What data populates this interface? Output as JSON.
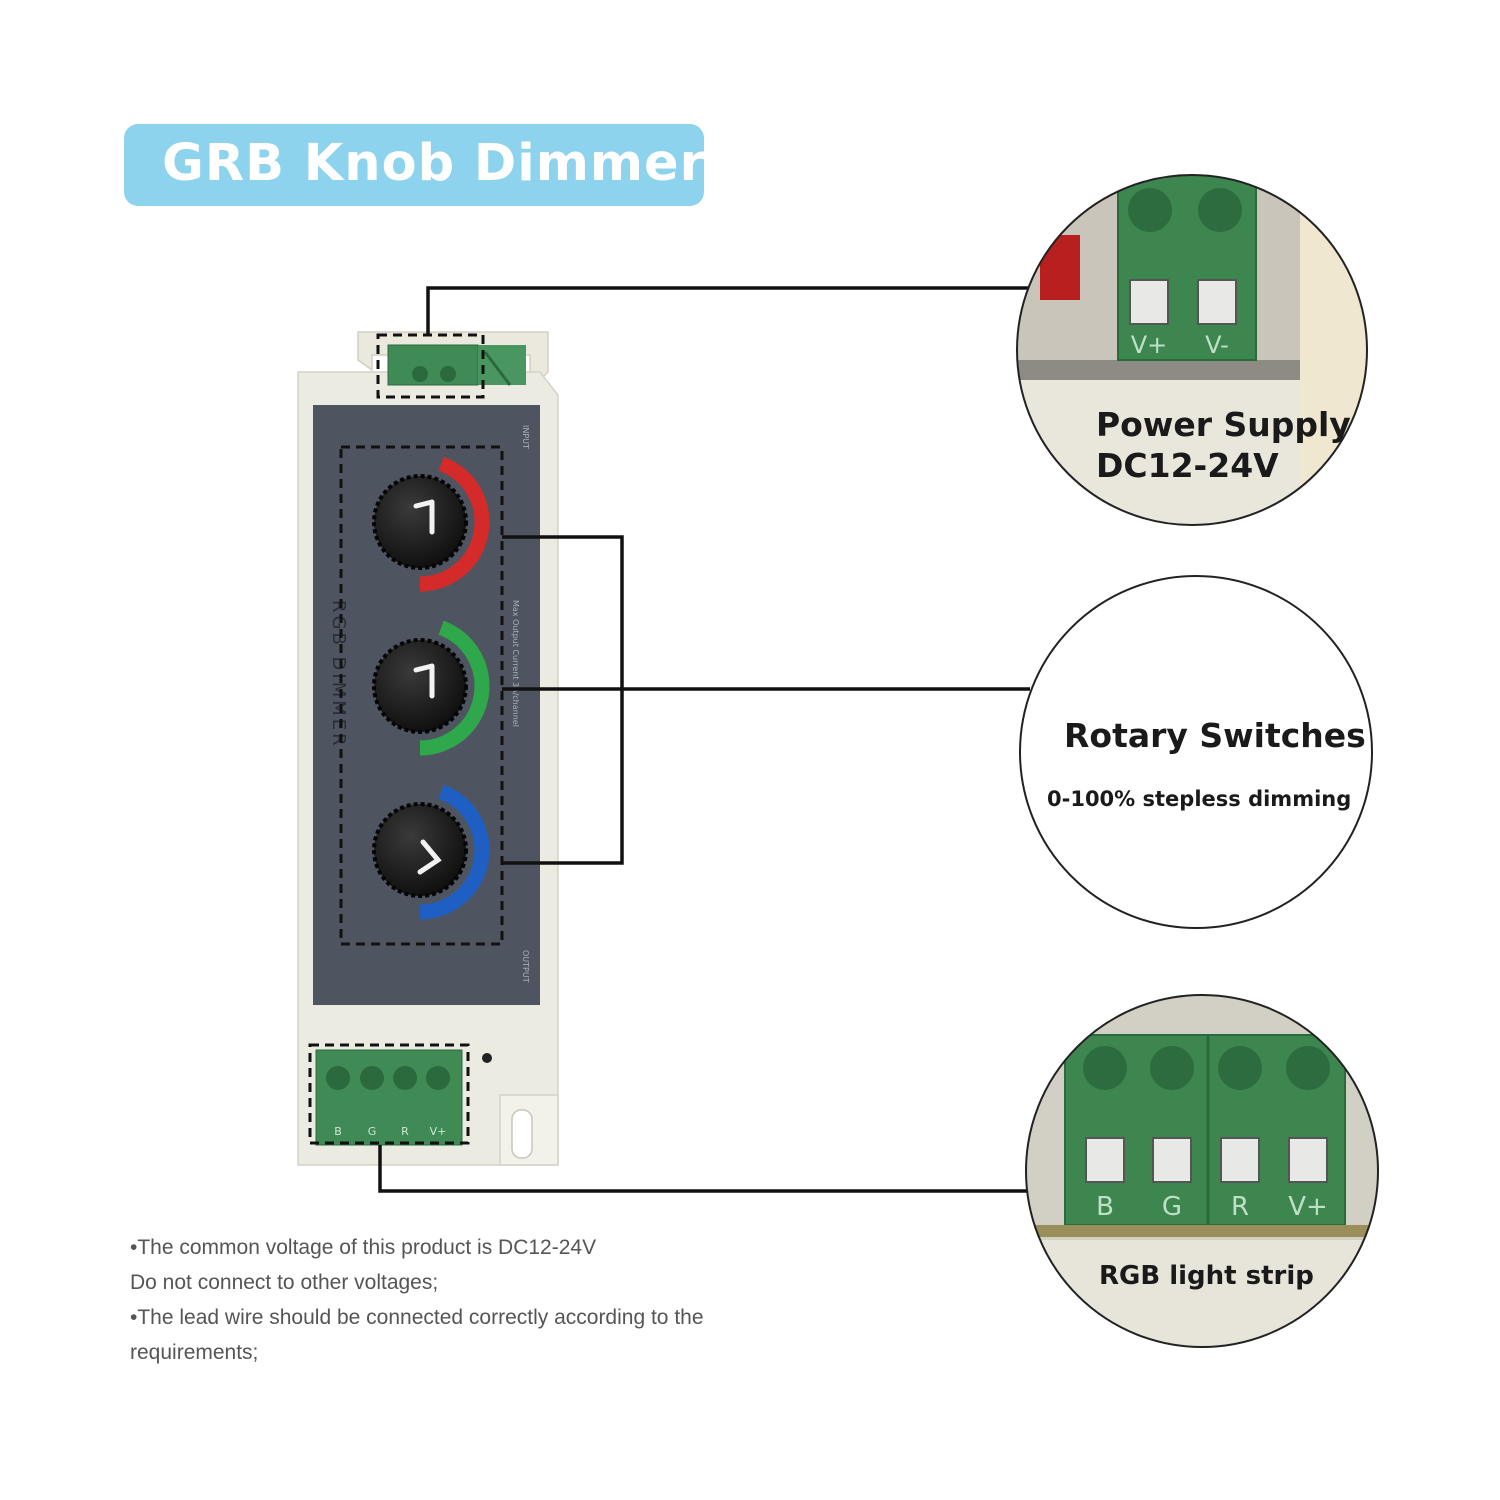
{
  "title": "GRB Knob Dimmer",
  "device": {
    "panel_label": "RGB DIMMER",
    "side_label_top": "INPUT",
    "side_label_mid": "Max Output Current 3A/channel",
    "side_label_bottom": "OUTPUT",
    "knob_colors": [
      "#d42a2a",
      "#2ea84a",
      "#1f5fc4"
    ],
    "output_terminal_labels": [
      "B",
      "G",
      "R",
      "V+"
    ]
  },
  "callouts": {
    "power": {
      "line1": "Power Supply",
      "line2": "DC12-24V",
      "terminal_labels": [
        "V+",
        "V-"
      ]
    },
    "rotary": {
      "title": "Rotary Switches",
      "subtitle": "0-100% stepless dimming"
    },
    "strip": {
      "title": "RGB light strip",
      "terminal_labels": [
        "B",
        "G",
        "R",
        "V+"
      ]
    }
  },
  "notes": [
    "•The common voltage of this product is DC12-24V",
    "Do not connect to other voltages;",
    "•The lead wire should be connected correctly according to the",
    "requirements;"
  ]
}
